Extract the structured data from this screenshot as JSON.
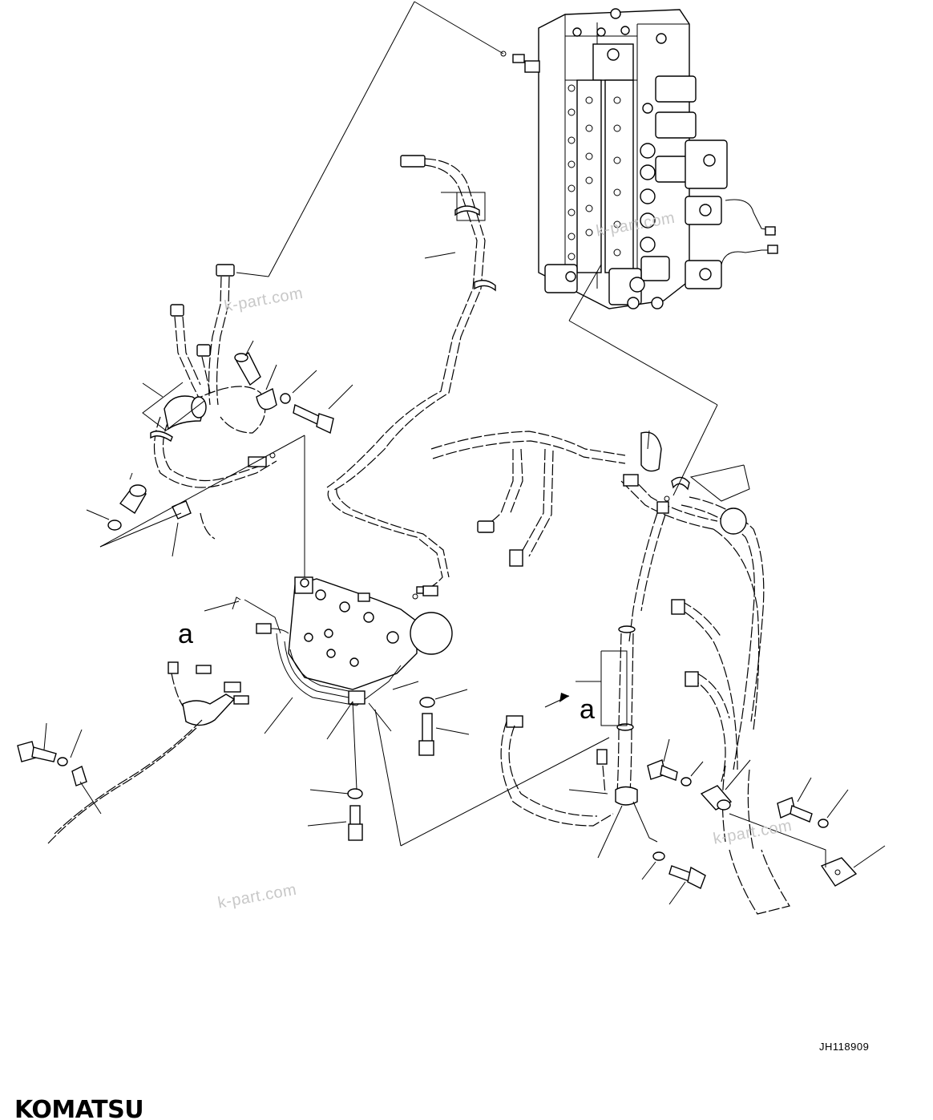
{
  "diagram": {
    "drawing_id": "JH118909",
    "view_label": "a",
    "brand": "KOMATSU",
    "watermark": "k-part.com"
  }
}
